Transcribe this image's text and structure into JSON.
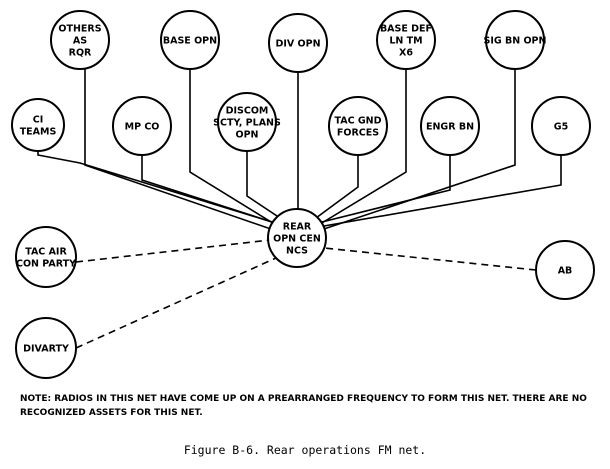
{
  "center": {
    "lines": [
      "REAR",
      "OPN CEN",
      "NCS"
    ]
  },
  "stations": [
    {
      "name": "others-as-rqr",
      "lines": [
        "OTHERS",
        "AS",
        "RQR"
      ],
      "link": "solid"
    },
    {
      "name": "base-opn",
      "lines": [
        "BASE OPN"
      ],
      "link": "solid"
    },
    {
      "name": "div-opn",
      "lines": [
        "DIV  OPN"
      ],
      "link": "solid"
    },
    {
      "name": "base-def-ln-tm",
      "lines": [
        "BASE DEF",
        "LN TM",
        "X6"
      ],
      "link": "solid"
    },
    {
      "name": "sig-bn-opn",
      "lines": [
        "SIG BN OPN"
      ],
      "link": "solid"
    },
    {
      "name": "ci-teams",
      "lines": [
        "CI",
        "TEAMS"
      ],
      "link": "solid"
    },
    {
      "name": "mp-co",
      "lines": [
        "MP CO"
      ],
      "link": "solid"
    },
    {
      "name": "discom",
      "lines": [
        "DISCOM",
        "SCTY, PLANS",
        "OPN"
      ],
      "link": "solid"
    },
    {
      "name": "tac-gnd-forces",
      "lines": [
        "TAC GND",
        "FORCES"
      ],
      "link": "solid"
    },
    {
      "name": "engr-bn",
      "lines": [
        "ENGR BN"
      ],
      "link": "solid"
    },
    {
      "name": "g5",
      "lines": [
        "G5"
      ],
      "link": "solid"
    },
    {
      "name": "tac-air-con-party",
      "lines": [
        "TAC AIR",
        "CON PARTY"
      ],
      "link": "dashed"
    },
    {
      "name": "ab",
      "lines": [
        "AB"
      ],
      "link": "dashed"
    },
    {
      "name": "divarty",
      "lines": [
        "DIVARTY"
      ],
      "link": "dashed"
    }
  ],
  "note": "NOTE: RADIOS IN THIS NET HAVE COME UP ON A PREARRANGED FREQUENCY TO FORM THIS NET. THERE ARE NO RECOGNIZED ASSETS FOR THIS NET.",
  "caption": "Figure B-6. Rear operations FM net."
}
